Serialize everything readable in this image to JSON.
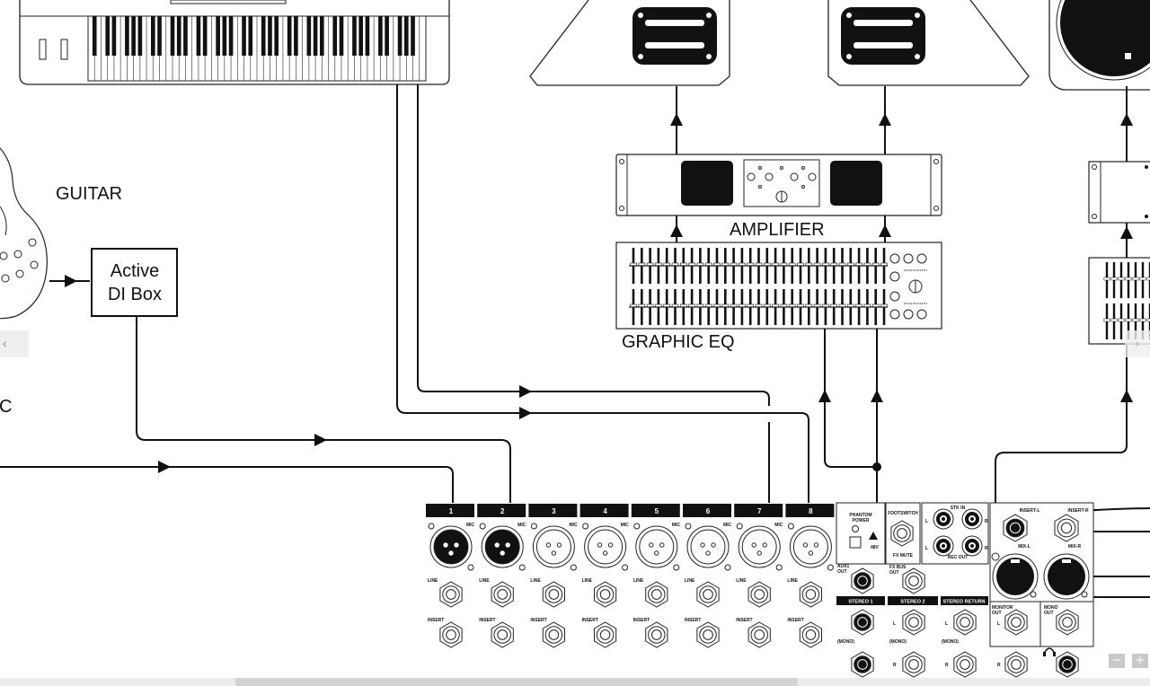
{
  "diagram": {
    "labels": {
      "guitar": "GUITAR",
      "mic_partial": "C",
      "di_box_line1": "Active",
      "di_box_line2": "DI Box",
      "amplifier": "AMPLIFIER",
      "graphic_eq": "GRAPHIC EQ"
    },
    "mixer": {
      "channels": [
        {
          "number": "1",
          "mic": "MIC",
          "line": "LINE",
          "insert": "INSERT",
          "active": true
        },
        {
          "number": "2",
          "mic": "MIC",
          "line": "LINE",
          "insert": "INSERT",
          "active": true
        },
        {
          "number": "3",
          "mic": "MIC",
          "line": "LINE",
          "insert": "INSERT",
          "active": false
        },
        {
          "number": "4",
          "mic": "MIC",
          "line": "LINE",
          "insert": "INSERT",
          "active": false
        },
        {
          "number": "5",
          "mic": "MIC",
          "line": "LINE",
          "insert": "INSERT",
          "active": false
        },
        {
          "number": "6",
          "mic": "MIC",
          "line": "LINE",
          "insert": "INSERT",
          "active": false
        },
        {
          "number": "7",
          "mic": "MIC",
          "line": "LINE",
          "insert": "INSERT",
          "active": false
        },
        {
          "number": "8",
          "mic": "",
          "line": "LINE",
          "insert": "INSERT",
          "active": false
        }
      ],
      "phantom_power": [
        "PHANTOM",
        "POWER"
      ],
      "phantom_48v": "48V",
      "footswitch": "FOOTSWITCH",
      "fx_mute": "FX MUTE",
      "fx_bus_out": [
        "FX BUS",
        "OUT"
      ],
      "aux1_out": [
        "AUX1",
        "OUT"
      ],
      "stk_in": "STK IN",
      "rec_out": "REC OUT",
      "stereo1": "STEREO 1",
      "stereo2": "STEREO 2",
      "stereo_return": "STEREO RETURN",
      "mono": "(MONO)",
      "insert_l": "INSERT-L",
      "insert_r": "INSERT-R",
      "mix_l": "MIX-L",
      "mix_r": "MIX-R",
      "monitor_out": [
        "MONITOR",
        "OUT"
      ],
      "mono_out": [
        "MONO",
        "OUT"
      ],
      "l": "L",
      "r": "R"
    }
  },
  "ui": {
    "left_arrow": "‹",
    "right_arrow": "›",
    "zoom_out": "−",
    "zoom_in": "+"
  },
  "colors": {
    "line": "#111111",
    "background": "#ffffff",
    "ui_button": "#c9c9c9",
    "scrollbar": "#d3d3d3"
  }
}
